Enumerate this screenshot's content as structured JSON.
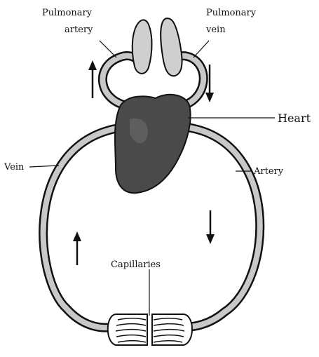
{
  "labels": {
    "pulmonary_artery_line1": "Pulmonary",
    "pulmonary_artery_line2": "artery",
    "pulmonary_vein_line1": "Pulmonary",
    "pulmonary_vein_line2": "vein",
    "heart": "Heart",
    "vein": "Vein",
    "artery": "Artery",
    "capillaries": "Capillaries"
  },
  "colors": {
    "vessel_fill": "#c8c8c8",
    "outline": "#111111",
    "heart_fill": "#4a4a4a",
    "lung_fill": "#cfcfcf",
    "background": "#ffffff"
  }
}
